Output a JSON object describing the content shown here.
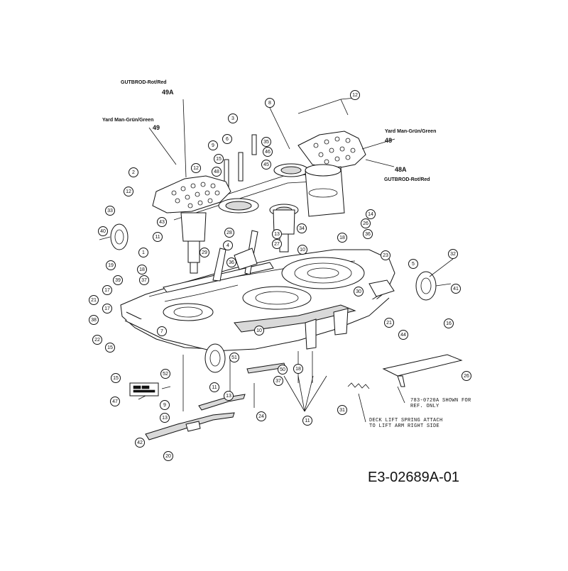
{
  "diagram": {
    "part_number": "E3-02689A-01",
    "brand_labels": {
      "gutbrod_left": "GUTBROD-Rot/Red",
      "gutbrod_left_code": "49A",
      "yardman_left": "Yard Man-Grün/Green",
      "yardman_left_code": "49",
      "yardman_right": "Yard Man-Grün/Green",
      "yardman_right_code": "48",
      "gutbrod_right_code": "48A",
      "gutbrod_right": "GUTBROD-Rot/Red"
    },
    "notes": {
      "shown_for_ref_line1": "783-0720A SHOWN FOR",
      "shown_for_ref_line2": "REF. ONLY",
      "spring_note_line1": "DECK LIFT SPRING ATTACH",
      "spring_note_line2": "TO LIFT ARM RIGHT SIDE"
    },
    "callouts": [
      "12",
      "8",
      "3",
      "6",
      "9",
      "35",
      "46",
      "15",
      "45",
      "12",
      "48",
      "2",
      "12",
      "33",
      "43",
      "40",
      "11",
      "14",
      "26",
      "28",
      "36",
      "13",
      "18",
      "34",
      "27",
      "10",
      "4",
      "1",
      "29",
      "36",
      "23",
      "5",
      "32",
      "19",
      "18",
      "39",
      "37",
      "17",
      "21",
      "17",
      "30",
      "41",
      "21",
      "38",
      "7",
      "10",
      "22",
      "44",
      "16",
      "15",
      "15",
      "52",
      "11",
      "50",
      "18",
      "26",
      "51",
      "47",
      "13",
      "37",
      "9",
      "13",
      "24",
      "31",
      "11",
      "42",
      "20"
    ]
  }
}
